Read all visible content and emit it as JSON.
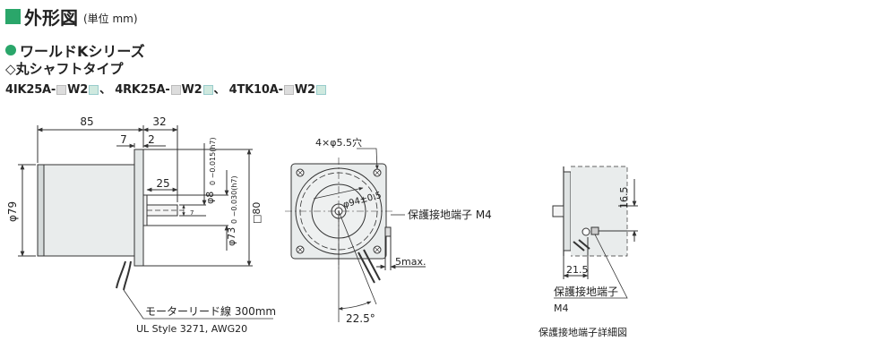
{
  "header": {
    "title": "外形図",
    "unit": "(単位 mm)"
  },
  "series": {
    "title": "ワールドKシリーズ"
  },
  "shaft": {
    "title": "◇丸シャフトタイプ"
  },
  "models": {
    "m1": "4IK25A-",
    "m1b": "W2",
    "sep": "、",
    "m2": "4RK25A-",
    "m2b": "W2",
    "m3": "4TK10A-",
    "m3b": "W2"
  },
  "side_view": {
    "dim_85": "85",
    "dim_32": "32",
    "dim_7": "7",
    "dim_2": "2",
    "dim_25": "25",
    "dim_phi79": "φ79",
    "dim_phi8": "φ8",
    "tol_phi8": "0 −0.015(h7)",
    "dim_phi73": "φ73",
    "tol_phi73": "0 −0.030(h7)",
    "dim_sq80": "□80",
    "dim_small7": "7",
    "lead_label": "モーターリード線 300mm",
    "lead_spec": "UL Style 3271, AWG20"
  },
  "front_view": {
    "holes": "4×φ5.5穴",
    "pcd": "φ94±0.5",
    "ground_label": "保護接地端子 M4",
    "dim_5max": "5max.",
    "angle": "22.5°"
  },
  "detail_view": {
    "dim_165": "16.5",
    "dim_215": "21.5",
    "ground_label": "保護接地端子",
    "ground_size": "M4",
    "caption": "保護接地端子詳細図"
  },
  "colors": {
    "accent": "#2aa66a",
    "motor_body": "#e9ecec",
    "line": "#333333"
  }
}
